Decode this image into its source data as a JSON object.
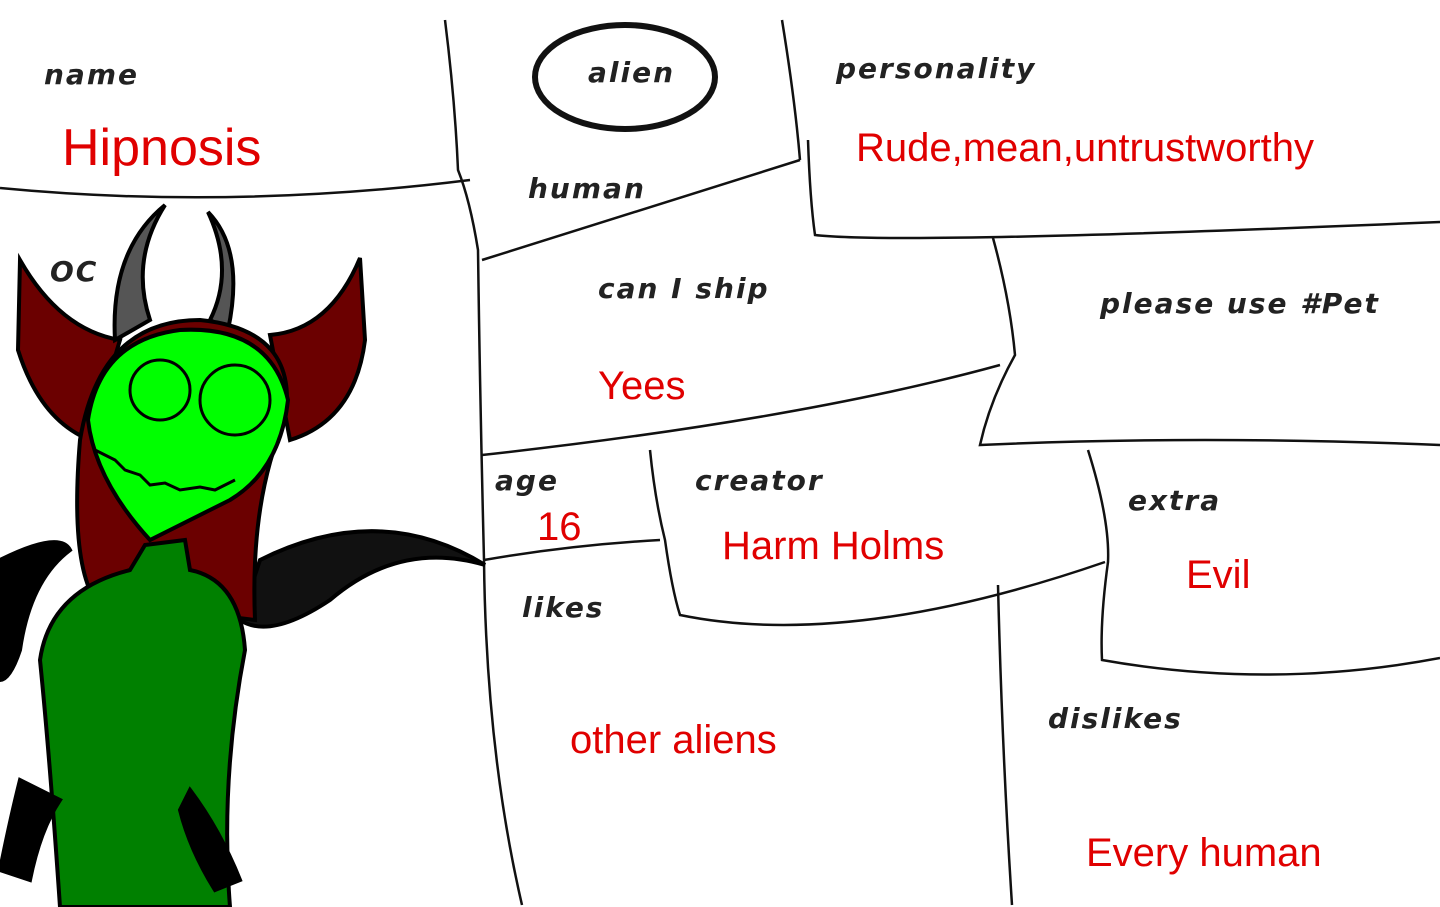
{
  "labels": {
    "name": "name",
    "alien": "alien",
    "human": "human",
    "personality": "personality",
    "oc": "OC",
    "can_i_ship": "can I ship",
    "please_use": "please use #Pet",
    "age": "age",
    "creator": "creator",
    "extra": "extra",
    "likes": "likes",
    "dislikes": "dislikes"
  },
  "answers": {
    "name": "Hipnosis",
    "personality": "Rude,mean,untrustworthy",
    "can_i_ship": "Yees",
    "age": "16",
    "creator": "Harm Holms",
    "extra": "Evil",
    "likes": "other aliens",
    "dislikes": "Every human"
  },
  "selected_species": "alien",
  "colors": {
    "answer": "#e00000",
    "skin": "#00ff00",
    "body": "#008000",
    "hair": "#6b0000"
  }
}
